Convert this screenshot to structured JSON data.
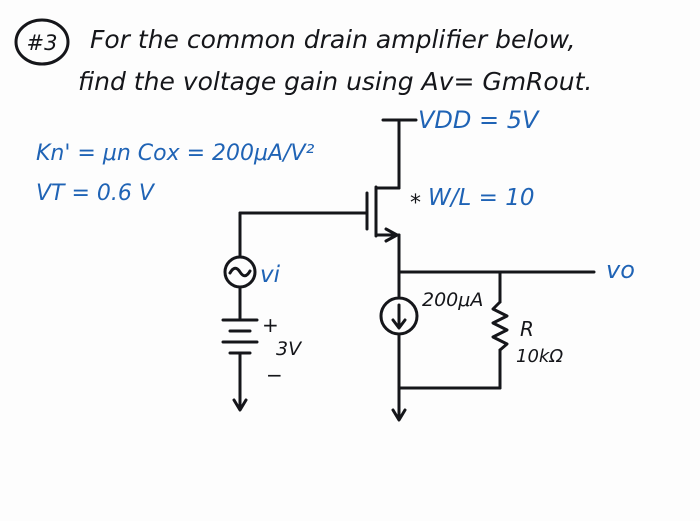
{
  "problem": {
    "number": "#3",
    "line1": "For the common drain amplifier below,",
    "line2": "find the voltage gain using Av= GmRout."
  },
  "given": {
    "kn": "Kn' = μn Cox = 200μA/V²",
    "vt": "VT = 0.6 V"
  },
  "circuit": {
    "vdd": "VDD = 5V",
    "wl": "W/L = 10",
    "vi": "vi",
    "dc_plus": "+",
    "dc_value": "3V",
    "dc_minus": "−",
    "current_source": "200μA",
    "resistor_name": "R",
    "resistor_value": "10kΩ",
    "output": "vo"
  },
  "colors": {
    "ink": "#15161a",
    "pen_blue": "#1f63b5"
  }
}
